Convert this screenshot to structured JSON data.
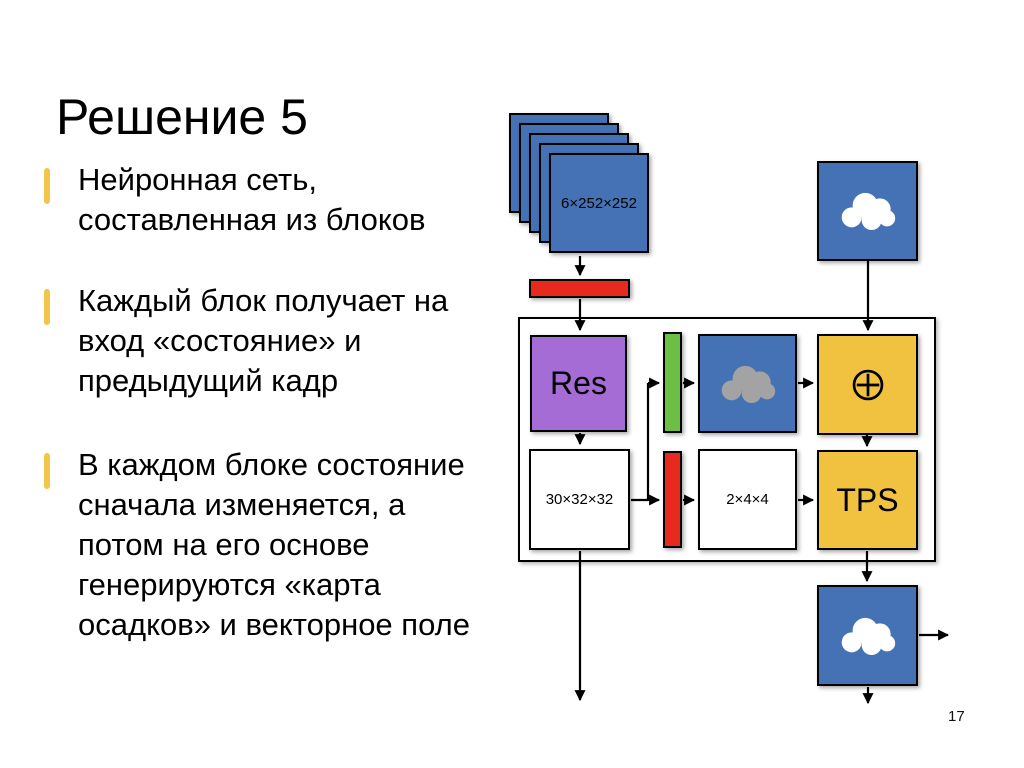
{
  "slide": {
    "title": "Решение 5",
    "page_number": "17"
  },
  "bullets": [
    {
      "text": "Нейронная сеть,\nсоставленная из блоков"
    },
    {
      "text": "Каждый блок получает на\nвход «состояние» и\nпредыдущий кадр"
    },
    {
      "text": "В каждом блоке состояние\nсначала изменяется, а\nпотом на его основе\nгенерируются «карта\nосадков» и векторное поле"
    }
  ],
  "diagram": {
    "input_stack_label": "6×252×252",
    "res_label": "Res",
    "state_label": "30×32×32",
    "flow_label": "2×4×4",
    "tps_label": "TPS",
    "icons": {
      "input": "cloud-icon",
      "state_transform": "cloud-icon",
      "merge": "circled-plus-icon",
      "output": "cloud-icon"
    }
  },
  "colors": {
    "blue": "#4472B4",
    "red": "#E8291D",
    "purple": "#A56CD6",
    "green": "#6CBE45",
    "yellow": "#F0C23F",
    "gray-cloud": "#A3A3A3",
    "marker": "#F2C64B"
  }
}
